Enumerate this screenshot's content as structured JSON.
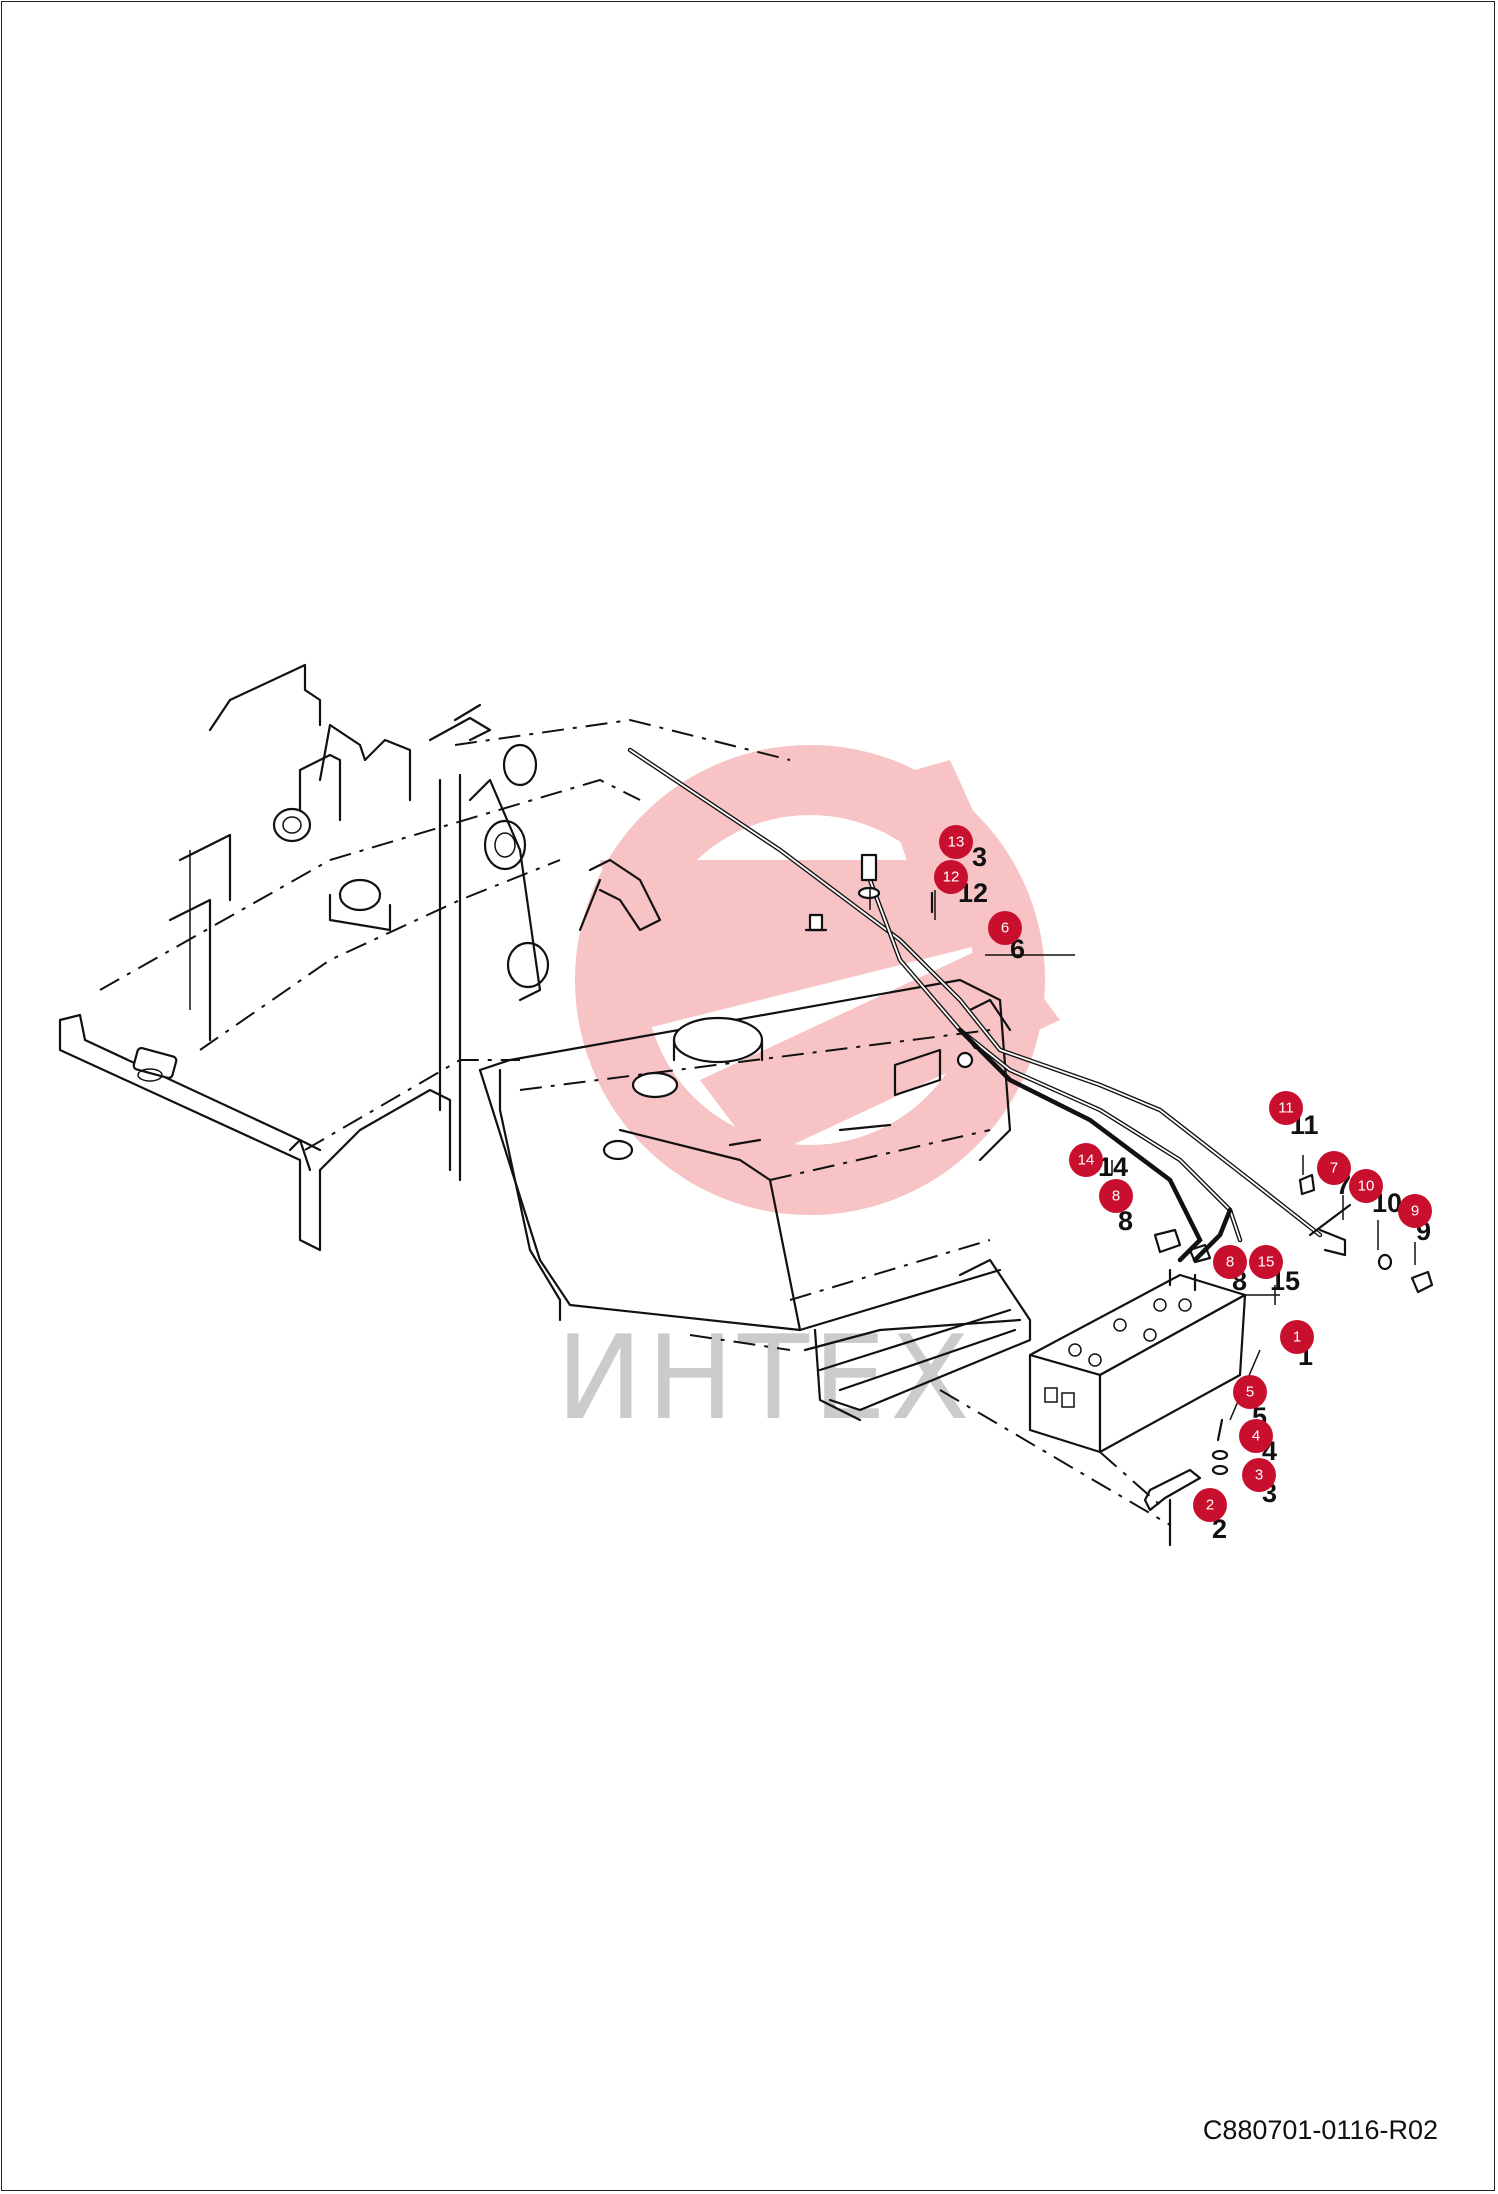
{
  "watermark": {
    "text": "ИНТЕХ",
    "color": "#e8474f"
  },
  "drawing_code": "C880701-0116-R02",
  "badge_color": "#c8102e",
  "callouts": [
    {
      "id": "13",
      "num": "3"
    },
    {
      "id": "12",
      "num": "12"
    },
    {
      "id": "6",
      "num": "6"
    },
    {
      "id": "11",
      "num": "11"
    },
    {
      "id": "7",
      "num": "7"
    },
    {
      "id": "10",
      "num": "10"
    },
    {
      "id": "9",
      "num": "9"
    },
    {
      "id": "14",
      "num": "14"
    },
    {
      "id": "8a",
      "num": "8"
    },
    {
      "id": "8b",
      "num": "8"
    },
    {
      "id": "15",
      "num": "15"
    },
    {
      "id": "1",
      "num": "1"
    },
    {
      "id": "5",
      "num": "5"
    },
    {
      "id": "4",
      "num": "4"
    },
    {
      "id": "3",
      "num": "3"
    },
    {
      "id": "2",
      "num": "2"
    }
  ],
  "badges": [
    {
      "id": "13",
      "label": "13"
    },
    {
      "id": "12",
      "label": "12"
    },
    {
      "id": "6",
      "label": "6"
    },
    {
      "id": "11",
      "label": "11"
    },
    {
      "id": "7",
      "label": "7"
    },
    {
      "id": "10",
      "label": "10"
    },
    {
      "id": "9",
      "label": "9"
    },
    {
      "id": "14",
      "label": "14"
    },
    {
      "id": "8a",
      "label": "8"
    },
    {
      "id": "8b",
      "label": "8"
    },
    {
      "id": "15",
      "label": "15"
    },
    {
      "id": "1",
      "label": "1"
    },
    {
      "id": "5",
      "label": "5"
    },
    {
      "id": "4",
      "label": "4"
    },
    {
      "id": "3",
      "label": "3"
    },
    {
      "id": "2",
      "label": "2"
    }
  ]
}
